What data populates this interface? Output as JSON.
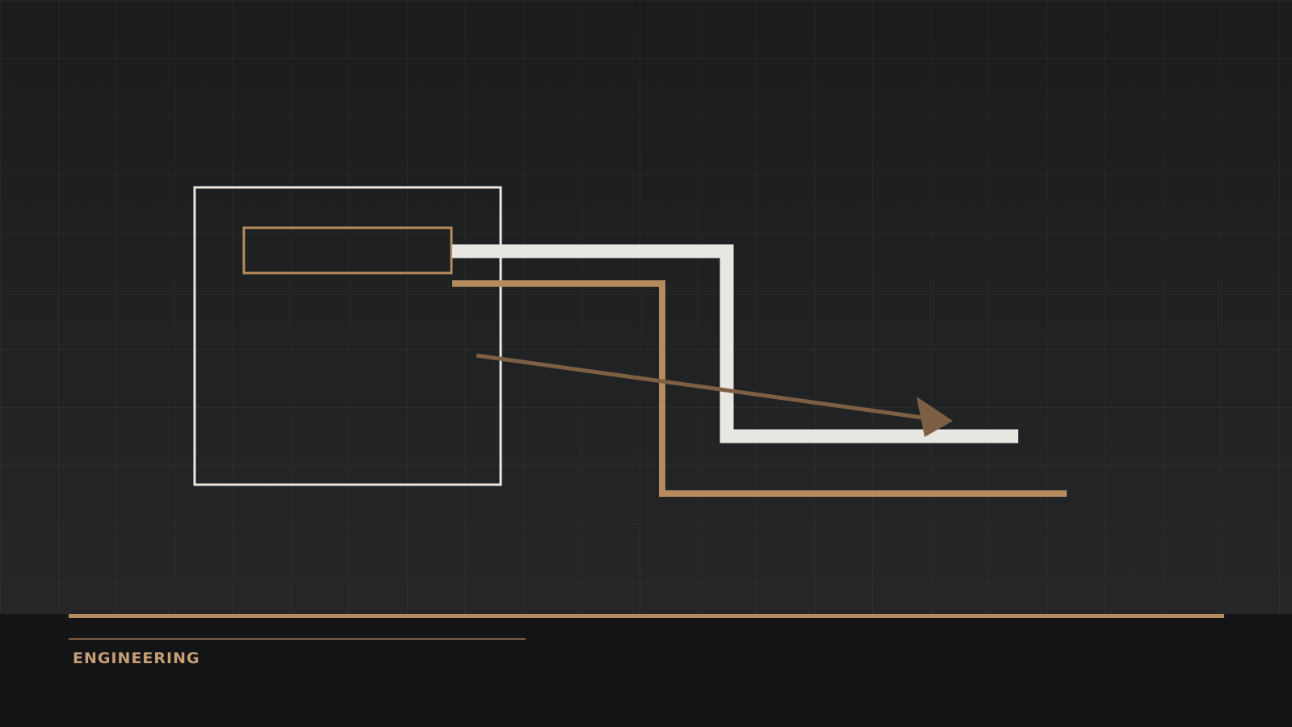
{
  "footer": {
    "label": "ENGINEERING"
  },
  "colors": {
    "background": "#1b1d1f",
    "footer_background": "#131416",
    "frame": "#e9e7e2",
    "copper": "#b68b5e",
    "copper_dark": "#7d6043",
    "label": "#c79f76"
  },
  "diagram": {
    "elements": [
      "outer-frame",
      "inner-copper-slot",
      "white-stepped-connector",
      "copper-stepped-connector",
      "diagonal-arrow"
    ]
  }
}
